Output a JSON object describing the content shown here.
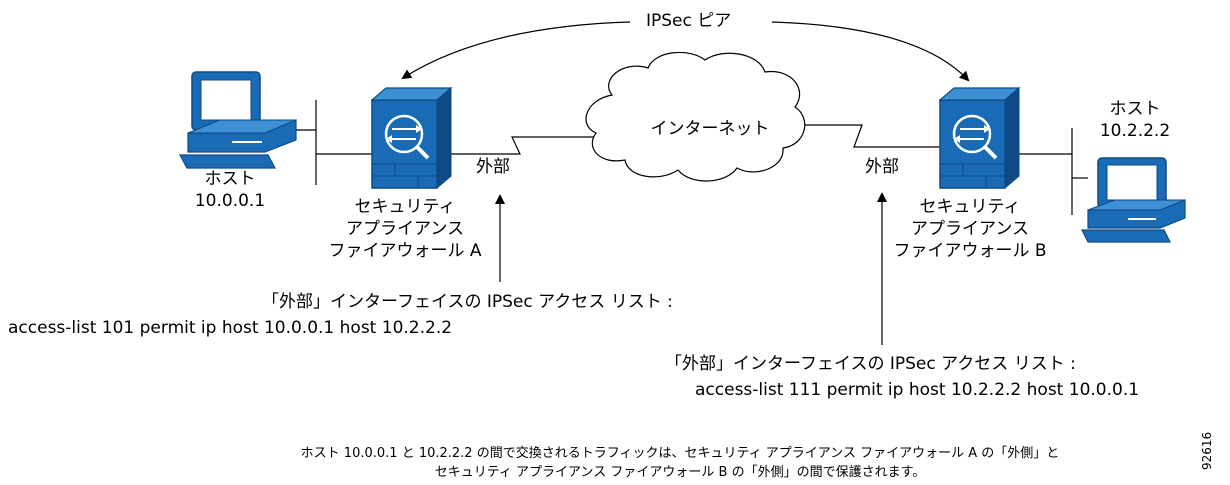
{
  "peer_label": "IPSec ピア",
  "internet_label": "インターネット",
  "host_a": {
    "name": "ホスト",
    "ip": "10.0.0.1"
  },
  "host_b": {
    "name": "ホスト",
    "ip": "10.2.2.2"
  },
  "firewall_a": {
    "lines": [
      "セキュリティ",
      "アプライアンス",
      "ファイアウォール A"
    ],
    "outside_label": "外部"
  },
  "firewall_b": {
    "lines": [
      "セキュリティ",
      "アプライアンス",
      "ファイアウォール B"
    ],
    "outside_label": "外部"
  },
  "acl_a": {
    "title": "「外部」インターフェイスの IPSec アクセス リスト :",
    "rule": "access-list 101 permit ip host 10.0.0.1 host 10.2.2.2"
  },
  "acl_b": {
    "title": "「外部」インターフェイスの IPSec アクセス リスト :",
    "rule": "access-list 111 permit ip host 10.2.2.2 host 10.0.0.1"
  },
  "caption": [
    "ホスト 10.0.0.1 と 10.2.2.2 の間で交換されるトラフィックは、セキュリティ アプライアンス ファイアウォール A の「外側」と",
    "セキュリティ アプライアンス ファイアウォール B の「外側」の間で保護されます。"
  ],
  "figure_id": "92616",
  "colors": {
    "device_blue": "#1a6bb5",
    "device_dark": "#0d4a86",
    "cloud_fill": "#ffffff",
    "line": "#000000"
  }
}
